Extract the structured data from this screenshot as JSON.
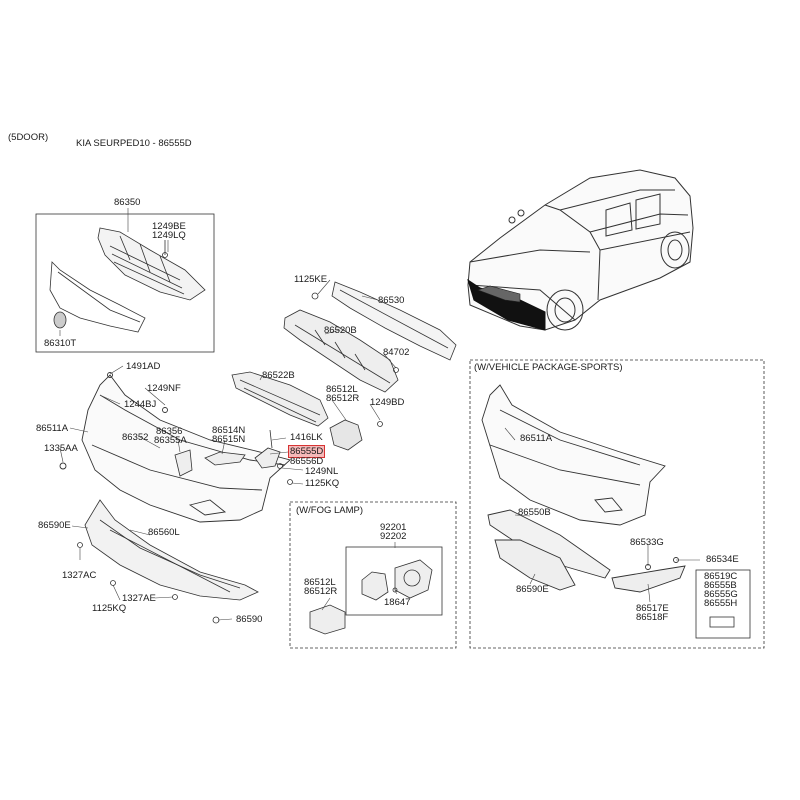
{
  "header": {
    "door": "(5DOOR)",
    "model_part": "KIA SEURPED10 - 86555D"
  },
  "sections": {
    "fog_lamp": "(W/FOG LAMP)",
    "sports": "(W/VEHICLE PACKAGE-SPORTS)"
  },
  "highlight_part": "86555D",
  "labels": {
    "p86350": "86350",
    "p1249BE": "1249BE",
    "p1249LQ": "1249LQ",
    "p86310T": "86310T",
    "p1125KE": "1125KE",
    "p86530": "86530",
    "p86520B": "86520B",
    "p84702": "84702",
    "p1491AD": "1491AD",
    "p1249NF": "1249NF",
    "p1244BJ": "1244BJ",
    "p86511A": "86511A",
    "p86352": "86352",
    "p86356": "86356",
    "p86355A": "86355A",
    "p1335AA": "1335AA",
    "p86522B": "86522B",
    "p86514N": "86514N",
    "p86515N": "86515N",
    "p86512L": "86512L",
    "p86512R": "86512R",
    "p1249BD": "1249BD",
    "p1416LK": "1416LK",
    "p86555D": "86555D",
    "p86556D": "86556D",
    "p1249NL": "1249NL",
    "p1125KQ": "1125KQ",
    "p86590E": "86590E",
    "p86560L": "86560L",
    "p1327AC": "1327AC",
    "p1327AE": "1327AE",
    "p1125KQb": "1125KQ",
    "p86590": "86590",
    "p92201": "92201",
    "p92202": "92202",
    "p86512Lb": "86512L",
    "p86512Rb": "86512R",
    "p18647": "18647",
    "s86511A": "86511A",
    "s86550B": "86550B",
    "s86533G": "86533G",
    "s86534E": "86534E",
    "s86590E": "86590E",
    "s86517E": "86517E",
    "s86518F": "86518F",
    "s86519C": "86519C",
    "s86555B": "86555B",
    "s86555G": "86555G",
    "s86555H": "86555H"
  }
}
